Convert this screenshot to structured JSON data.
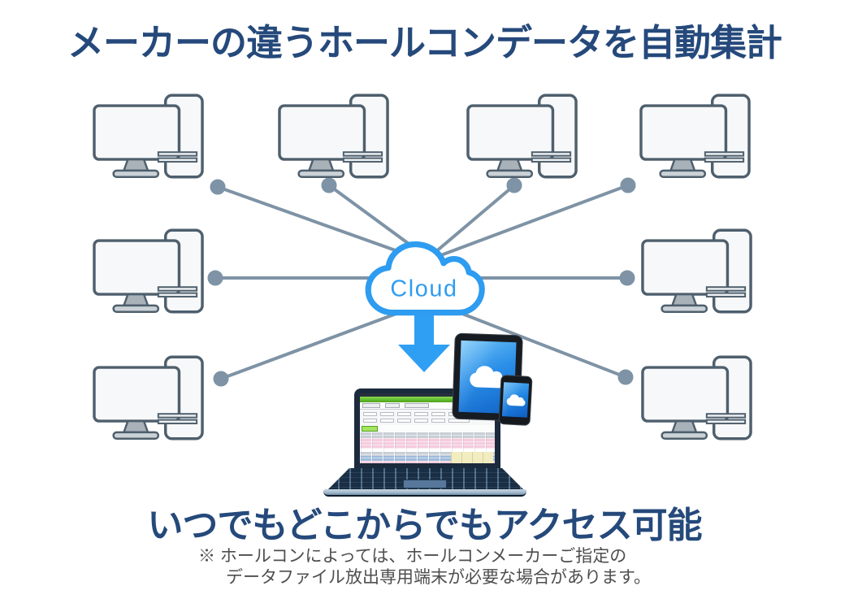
{
  "title": "メーカーの違うホールコンデータを自動集計",
  "colors": {
    "heading_navy": "#25497B",
    "cloud_blue": "#2E9CF0",
    "arrow_blue": "#2F9FF3",
    "connector_gray": "#7E93A5"
  },
  "diagram": {
    "cloud_label": "Cloud"
  },
  "footer": {
    "heading": "いつでもどこからでもアクセス可能",
    "note_line1": "※ ホールコンによっては、ホールコンメーカーご指定の",
    "note_line2": "データファイル放出専用端末が必要な場合があります。"
  }
}
